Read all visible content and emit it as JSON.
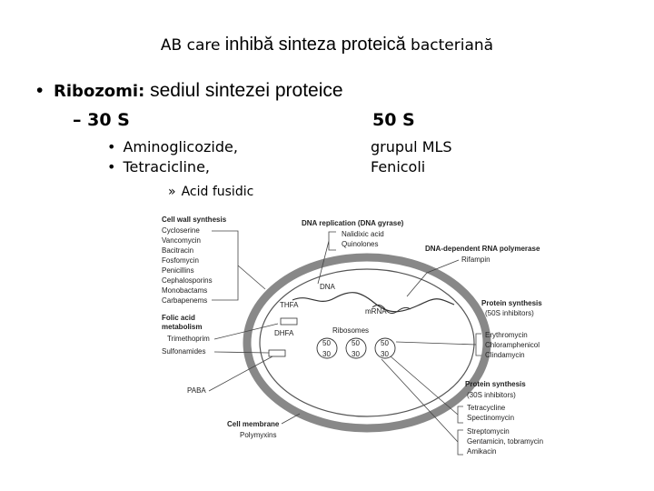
{
  "slide": {
    "title_a": "AB care",
    "title_b": "inhibă sinteza proteică",
    "title_c": "bacteriană",
    "bullet_symbol": "•",
    "bullet_label": "Ribozomi:",
    "bullet_text": "sediul sintezei proteice",
    "sub30": "– 30 S",
    "sub50": "50 S",
    "list30": [
      "Aminoglicozide,",
      "Tetracicline,"
    ],
    "list50": [
      "grupul MLS",
      "Fenicoli"
    ],
    "acid_marker": "»",
    "acid_text": "Acid fusidic"
  },
  "diagram": {
    "cell_wall": {
      "title": "Cell wall synthesis",
      "items": [
        "Cycloserine",
        "Vancomycin",
        "Bacitracin",
        "Fosfomycin",
        "Penicillins",
        "Cephalosporins",
        "Monobactams",
        "Carbapenems"
      ]
    },
    "dna_replication": {
      "title": "DNA replication (DNA gyrase)",
      "items": [
        "Nalidixic acid",
        "Quinolones"
      ]
    },
    "rna_polymerase": {
      "title": "DNA-dependent RNA polymerase",
      "items": [
        "Rifampin"
      ]
    },
    "folic": {
      "title1": "Folic acid",
      "title2": "metabolism",
      "items": [
        "Trimethoprim",
        "Sulfonamides"
      ]
    },
    "paba": "PABA",
    "membrane": {
      "title": "Cell membrane",
      "items": [
        "Polymyxins"
      ]
    },
    "protein50": {
      "title": "Protein synthesis",
      "subtitle": "(50S inhibitors)",
      "items": [
        "Erythromycin",
        "Chloramphenicol",
        "Clindamycin"
      ]
    },
    "protein30": {
      "title": "Protein synthesis",
      "subtitle": "(30S inhibitors)",
      "items": [
        "Tetracycline",
        "Spectinomycin",
        "Streptomycin",
        "Gentamicin, tobramycin",
        "Amikacin"
      ]
    },
    "inner": {
      "dna": "DNA",
      "mrna": "mRNA",
      "thfa": "THFA",
      "dhfa": "DHFA",
      "ribosomes": "Ribosomes"
    },
    "ribosome_units": [
      {
        "top": "50",
        "bottom": "30"
      },
      {
        "top": "50",
        "bottom": "30"
      },
      {
        "top": "50",
        "bottom": "30"
      }
    ]
  }
}
